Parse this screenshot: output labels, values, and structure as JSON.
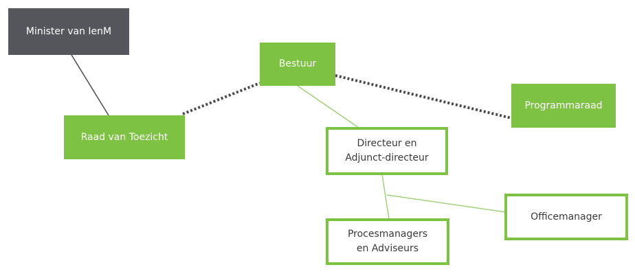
{
  "nodes": {
    "minister": "Minister van IenM",
    "bestuur": "Bestuur",
    "raad": "Raad van Toezicht",
    "programmaraad": "Programmaraad",
    "directeur_line1": "Directeur en",
    "directeur_line2": "Adjunct-directeur",
    "officemanager": "Officemanager",
    "procesmanagers_line1": "Procesmanagers",
    "procesmanagers_line2": "en Adviseurs"
  },
  "colors": {
    "green": "#7dc242",
    "dark_gray": "#54565b",
    "outline_text": "#3a3a3a",
    "connector_dark": "#4a4a4a",
    "connector_green": "#9fd27a"
  }
}
